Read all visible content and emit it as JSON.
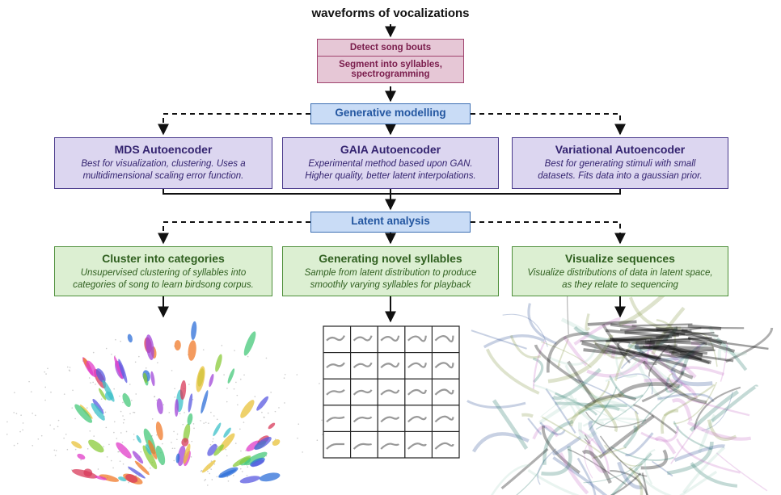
{
  "header": {
    "title": "waveforms of vocalizations"
  },
  "preprocess": {
    "step1": "Detect song bouts",
    "step2_line1": "Segment into syllables,",
    "step2_line2": "spectrogramming"
  },
  "generative": {
    "label": "Generative modelling"
  },
  "models": [
    {
      "title": "MDS Autoencoder",
      "desc1": "Best for visualization, clustering. Uses a",
      "desc2": "multidimensional scaling error function."
    },
    {
      "title": "GAIA Autoencoder",
      "desc1": "Experimental method based upon GAN.",
      "desc2": "Higher quality, better latent interpolations."
    },
    {
      "title": "Variational Autoencoder",
      "desc1": "Best for generating stimuli with small",
      "desc2": "datasets. Fits data into a gaussian prior."
    }
  ],
  "latent": {
    "label": "Latent analysis"
  },
  "analyses": [
    {
      "title": "Cluster into categories",
      "desc1": "Unsupervised clustering of syllables into",
      "desc2": "categories of song to learn birdsong corpus."
    },
    {
      "title": "Generating novel syllables",
      "desc1": "Sample from latent distribution to produce",
      "desc2": "smoothly varying syllables for playback"
    },
    {
      "title": "Visualize sequences",
      "desc1": "Visualize distributions of data in latent space,",
      "desc2": "as they relate to sequencing"
    }
  ],
  "colors": {
    "cluster_palette": [
      "#e03cc8",
      "#2e6fd8",
      "#3cc0c8",
      "#8acb3a",
      "#e8c23a",
      "#f07a2a",
      "#a046d8",
      "#d83a5a",
      "#46c87a",
      "#5a5ae0"
    ],
    "sequence_palette": [
      "#1a1a1a",
      "#2a7a6a",
      "#c878c8",
      "#8a9a4a",
      "#3a5a9a",
      "#b0d8c8"
    ]
  }
}
